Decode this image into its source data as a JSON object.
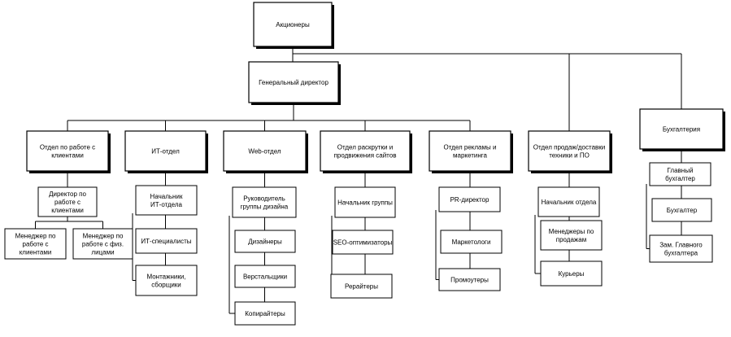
{
  "org": {
    "top": "Акционеры",
    "director": "Генеральный директор",
    "departments": [
      {
        "id": "d1",
        "title": "Отдел по работе с клиентами",
        "roles": [
          "Директор по работе с клиентами"
        ],
        "sub_roles": [
          "Менеджер по работе с клиентами",
          "Менеджер по работе с физ. лицами"
        ]
      },
      {
        "id": "d2",
        "title": "ИТ-отдел",
        "roles": [
          "Начальник ИТ-отдела",
          "ИТ-специалисты",
          "Монтажники, сборщики"
        ]
      },
      {
        "id": "d3",
        "title": "Web-отдел",
        "roles": [
          "Руководитель группы дизайна",
          "Дизайнеры",
          "Верстальщики",
          "Копирайтеры"
        ]
      },
      {
        "id": "d4",
        "title": "Отдел раскрутки и продвижения сайтов",
        "roles": [
          "Начальник группы",
          "SEO-оптимизаторы",
          "Рерайтеры"
        ]
      },
      {
        "id": "d5",
        "title": "Отдел рекламы и маркетинга",
        "roles": [
          "PR-директор",
          "Маркетологи",
          "Промоутеры"
        ]
      },
      {
        "id": "d6",
        "title": "Отдел продаж/доставки техники и ПО",
        "roles": [
          "Начальник отдела",
          "Менеджеры по продажам",
          "Курьеры"
        ]
      },
      {
        "id": "d7",
        "title": "Бухгалтерия",
        "roles": [
          "Главный бухгалтер",
          "Бухгалтер",
          "Зам. Главного бухгалтера"
        ]
      }
    ]
  },
  "colors": {
    "line": "#000000",
    "box_fill": "#ffffff",
    "shadow": "#000000"
  }
}
